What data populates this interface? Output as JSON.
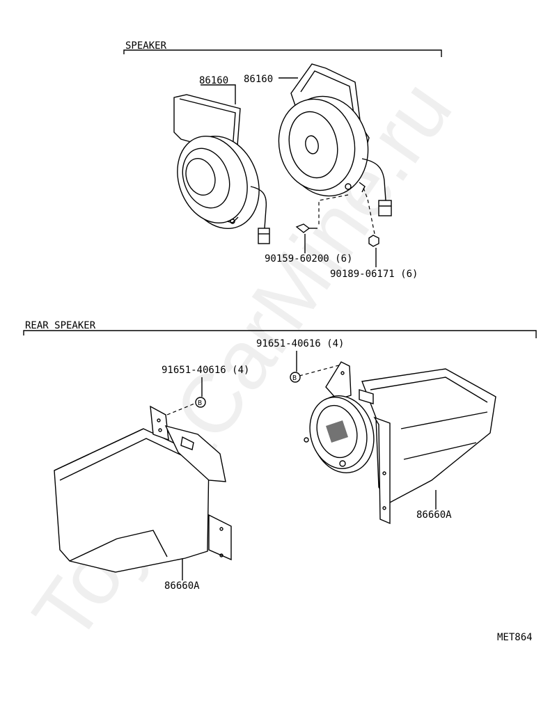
{
  "watermark": "ToyotaCarMine.ru",
  "sections": {
    "front": {
      "title": "SPEAKER"
    },
    "rear": {
      "title": "REAR SPEAKER"
    }
  },
  "parts": {
    "speaker_left": "86160",
    "speaker_right": "86160",
    "screw": "90159-60200 (6)",
    "nut": "90189-06171 (6)",
    "clip_left": "91651-40616 (4)",
    "clip_right": "91651-40616 (4)",
    "box_left": "86660A",
    "box_right": "86660A"
  },
  "markers": {
    "clip_symbol": "B"
  },
  "diagram_code": "MET864"
}
